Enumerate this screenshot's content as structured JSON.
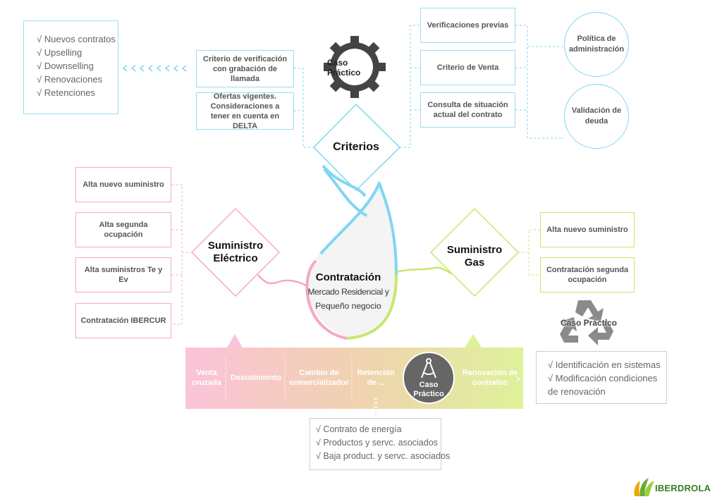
{
  "top_left_list": [
    "√ Nuevos contratos",
    "√ Upselling",
    "√ Downselling",
    "√ Renovaciones",
    "√ Retenciones"
  ],
  "criterios": {
    "title": "Criterios",
    "left_boxes": [
      "Criterio de verificación con grabación de llamada",
      "Ofertas vigentes. Consideraciones a tener en cuenta en DELTA"
    ],
    "right_boxes": [
      "Verificaciones previas",
      "Criterio de Venta",
      "Consulta de situación actual del contrato"
    ],
    "circles": [
      "Política de administración",
      "Validación de deuda"
    ],
    "caso_practico": "Caso Práctico"
  },
  "electrico": {
    "title_line1": "Suministro",
    "title_line2": "Eléctrico",
    "boxes": [
      "Alta nuevo suministro",
      "Alta segunda ocupación",
      "Alta suministros Te y Ev",
      "Contratación IBERCUR"
    ]
  },
  "gas": {
    "title_line1": "Suministro",
    "title_line2": "Gas",
    "boxes": [
      "Alta nuevo suministro",
      "Contratación segunda ocupación"
    ],
    "caso_practico": "Caso Práctico",
    "list": [
      "√ Identificación en sistemas",
      "√ Modificación condiciones  de renovación"
    ]
  },
  "center": {
    "title": "Contratación",
    "subtitle_line1": "Mercado Residencial y",
    "subtitle_line2": "Pequeño negocio"
  },
  "band": {
    "items": [
      "Venta cruzada",
      "Desistimiento",
      "Cambio de comercializador",
      "Retención de ...",
      "Renovación de contratos"
    ],
    "caso_practico_line1": "Caso",
    "caso_practico_line2": "Práctico"
  },
  "bottom_list": [
    "√ Contrato de energía",
    "√ Productos y servc. asociados",
    "√ Baja product. y servc. asociados"
  ],
  "brand": {
    "name": "IBERDROLA"
  },
  "colors": {
    "blue": "#7fd6f2",
    "pink": "#f4a8c8",
    "green": "#c5e86c",
    "gray": "#9a9a9a"
  }
}
